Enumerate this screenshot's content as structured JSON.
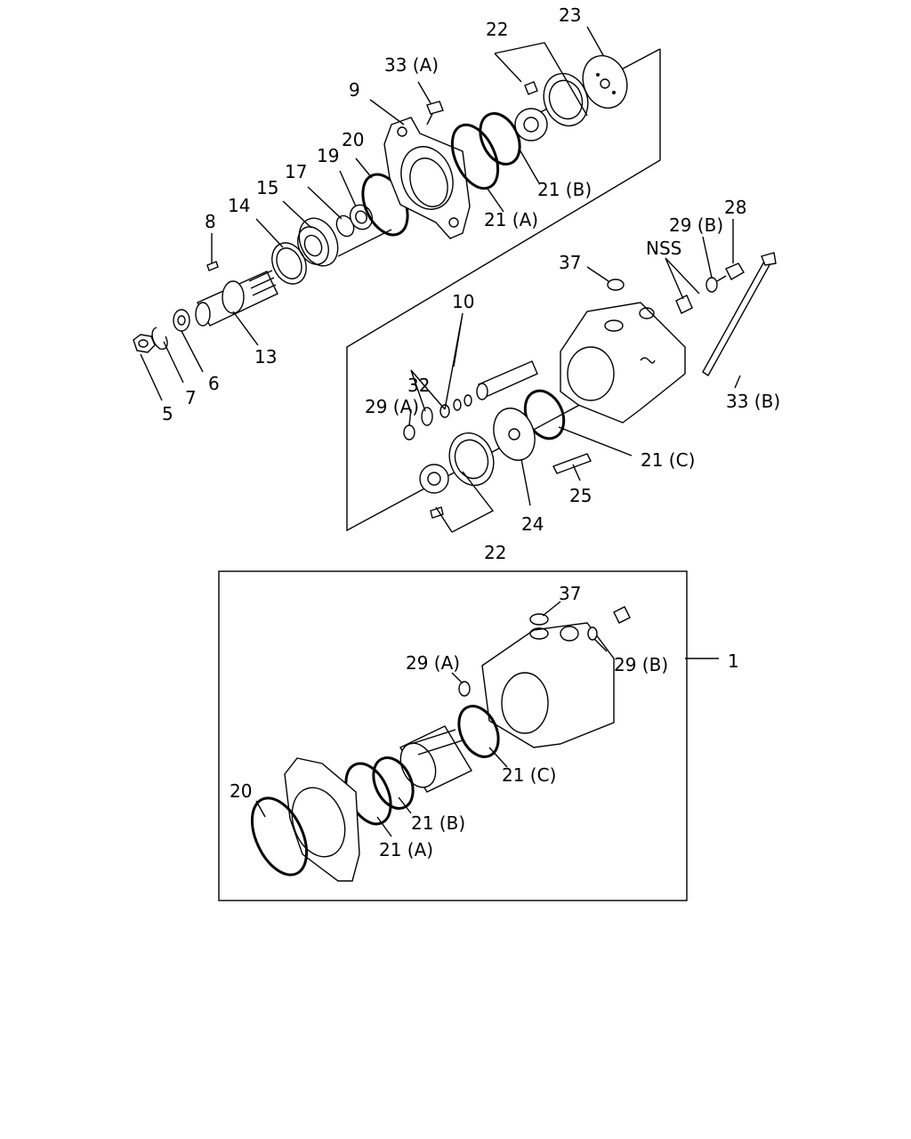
{
  "labels": {
    "l33a_top": "33 (A)",
    "l22_top": "22",
    "l23": "23",
    "l9": "9",
    "l20_top": "20",
    "l19": "19",
    "l17": "17",
    "l15": "15",
    "l14": "14",
    "l8": "8",
    "l13": "13",
    "l5": "5",
    "l7": "7",
    "l6": "6",
    "l21b_top": "21 (B)",
    "l21a_top": "21 (A)",
    "l28": "28",
    "l29b_top": "29 (B)",
    "lnss": "NSS",
    "l37_top": "37",
    "l10": "10",
    "l32": "32",
    "l29a_top": "29 (A)",
    "l33b": "33 (B)",
    "l21c_top": "21 (C)",
    "l25": "25",
    "l24": "24",
    "l22_bottom": "22",
    "l37_box": "37",
    "l29a_box": "29 (A)",
    "l29b_box": "29 (B)",
    "l1": "1",
    "l21c_box": "21 (C)",
    "l20_box": "20",
    "l21b_box": "21 (B)",
    "l21a_box": "21 (A)"
  }
}
